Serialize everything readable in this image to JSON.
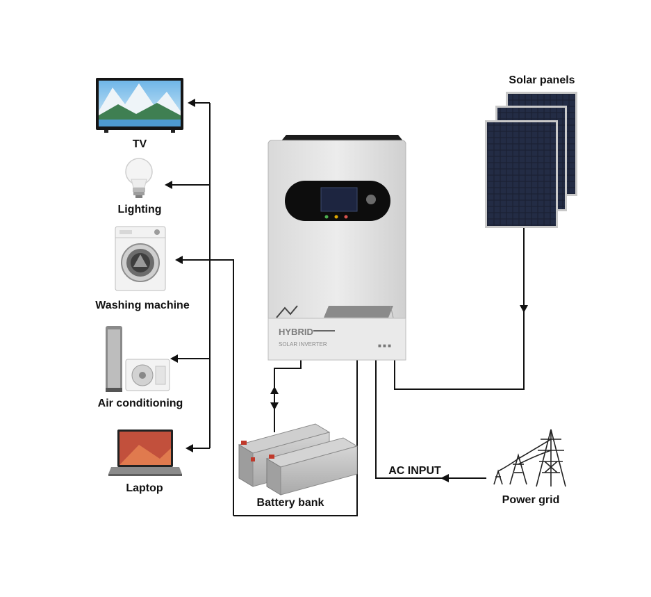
{
  "loads": [
    {
      "label": "TV",
      "icon": "tv-icon"
    },
    {
      "label": "Lighting",
      "icon": "light-bulb-icon"
    },
    {
      "label": "Washing machine",
      "icon": "washing-machine-icon"
    },
    {
      "label": "Air conditioning",
      "icon": "air-conditioner-icon"
    },
    {
      "label": "Laptop",
      "icon": "laptop-icon"
    }
  ],
  "inverter": {
    "brand_text": "HYBRID",
    "sub_text": "SOLAR INVERTER",
    "icon": "inverter-icon"
  },
  "solar": {
    "label": "Solar panels",
    "icon": "solar-panel-icon"
  },
  "battery": {
    "label": "Battery bank",
    "icon": "battery-icon"
  },
  "grid": {
    "label": "Power grid",
    "icon": "power-tower-icon"
  },
  "ac_input": {
    "label": "AC INPUT"
  },
  "colors": {
    "wire": "#111111",
    "inverter_body": "#e3e3e3",
    "panel": "#1b2238",
    "display": "#0d0d0d"
  }
}
